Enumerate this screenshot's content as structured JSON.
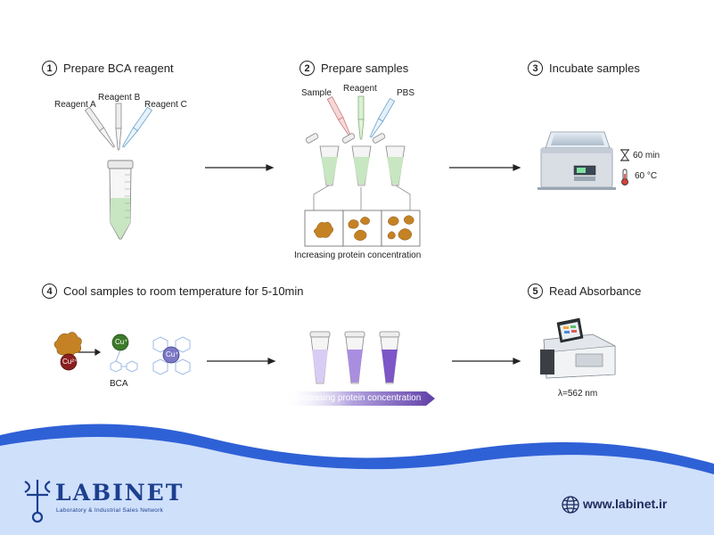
{
  "steps": [
    {
      "number": "1",
      "title": "Prepare BCA reagent"
    },
    {
      "number": "2",
      "title": "Prepare samples"
    },
    {
      "number": "3",
      "title": "Incubate samples"
    },
    {
      "number": "4",
      "title": "Cool samples to room temperature for 5-10min"
    },
    {
      "number": "5",
      "title": "Read Absorbance"
    }
  ],
  "step1": {
    "reagent_a": "Reagent A",
    "reagent_b": "Reagent B",
    "reagent_c": "Reagent C"
  },
  "step2": {
    "sample": "Sample",
    "reagent": "Reagent",
    "pbs": "PBS",
    "caption": "Increasing protein concentration"
  },
  "step3": {
    "time": "60 min",
    "temp": "60 °C"
  },
  "step4": {
    "cu_label": "Cu⁺",
    "cu2_label": "Cu²⁺",
    "bca_label": "BCA",
    "band_caption": "Increasing protein concentration"
  },
  "step5": {
    "wavelength": "λ=562 nm"
  },
  "footer": {
    "brand": "LABINET",
    "tagline": "Laboratory & Industrial Sales Network",
    "website": "www.labinet.ir"
  },
  "colors": {
    "wave_light": "#cfe0fb",
    "wave_dark": "#2f61d6",
    "brand": "#1d3f8f",
    "band": "#6a4fb0",
    "tube_green": "#c8e6c1",
    "sample_brown": "#c58224"
  }
}
